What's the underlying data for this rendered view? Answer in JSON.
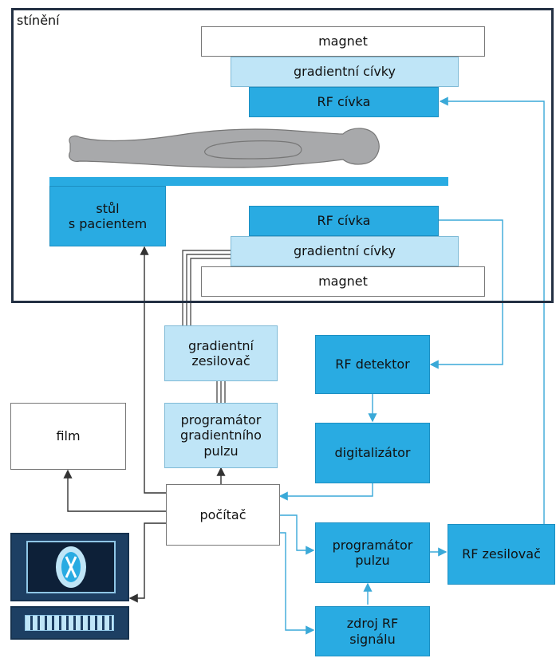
{
  "shielding": {
    "label": "stínění"
  },
  "top_stack": {
    "magnet": "magnet",
    "gradient_coils": "gradientní cívky",
    "rf_coil": "RF cívka"
  },
  "bottom_stack": {
    "rf_coil": "RF cívka",
    "gradient_coils": "gradientní cívky",
    "magnet": "magnet"
  },
  "patient_table": "stůl\ns pacientem",
  "gradient_amplifier": "gradientní\nzesilovač",
  "gradient_pulse_programmer": "programátor\ngradientního\npulzu",
  "rf_detector": "RF detektor",
  "digitizer": "digitalizátor",
  "film": "film",
  "computer": "počítač",
  "pulse_programmer": "programátor\npulzu",
  "rf_amplifier": "RF zesilovač",
  "rf_source": "zdroj RF\nsignálu",
  "colors": {
    "dark_blue": "#29abe2",
    "light_blue": "#bfe5f7",
    "line_blue": "#3aa9d8",
    "line_gray": "#555555",
    "shield": "#233043"
  }
}
